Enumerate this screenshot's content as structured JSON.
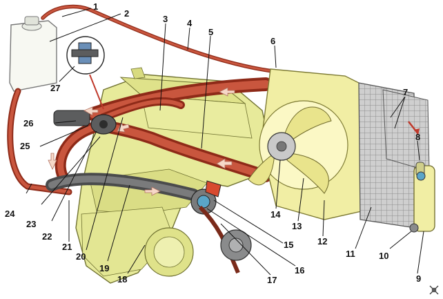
{
  "diagram": {
    "callouts": [
      "1",
      "2",
      "3",
      "4",
      "5",
      "6",
      "7",
      "8",
      "9",
      "10",
      "11",
      "12",
      "13",
      "14",
      "15",
      "16",
      "17",
      "18",
      "19",
      "20",
      "21",
      "22",
      "23",
      "24",
      "25",
      "26",
      "27"
    ]
  },
  "colors": {
    "engine_fill": "#e7ea9a",
    "engine_stroke": "#6f7130",
    "hose_red": "#b8432c",
    "hose_dark": "#6e6f70",
    "radiator_grid": "#9a9a9a",
    "shroud_fill": "#f1eea4",
    "tank_fill": "#f7f8f2",
    "flow_arrow": "#f6d8c8"
  }
}
